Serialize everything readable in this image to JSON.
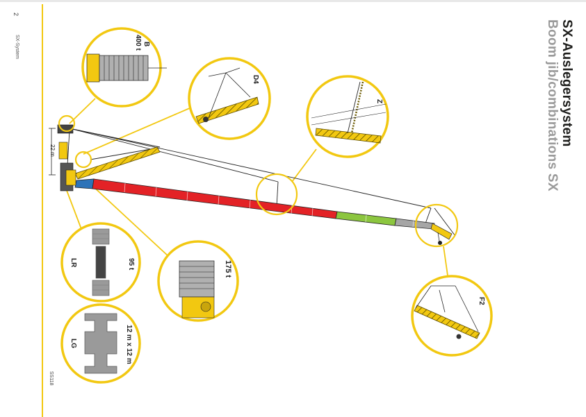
{
  "page": {
    "number": "2",
    "section_label": "SX-System",
    "doc_code": "SS118"
  },
  "title": {
    "german": "SX-Auslegersystem",
    "english": "Boom jib/combinations SX"
  },
  "dimension": {
    "height_label": "22 m"
  },
  "callouts": {
    "b_label": "B",
    "b_capacity": "400 t",
    "d4_label": "D4",
    "z_label": "Z",
    "capacity_175": "175 t",
    "lr_label": "LR",
    "lr_capacity": "95 t",
    "lg_label": "LG",
    "lg_size": "12 m x 12 m",
    "f2_label": "F2"
  },
  "colors": {
    "accent_yellow": "#f2c811",
    "boom_red": "#e32226",
    "boom_green": "#8cc63f",
    "boom_grey": "#a6a6a6",
    "boom_blue": "#2d73b8",
    "title_dark": "#1d1d1b",
    "title_grey": "#9a9a9a"
  }
}
